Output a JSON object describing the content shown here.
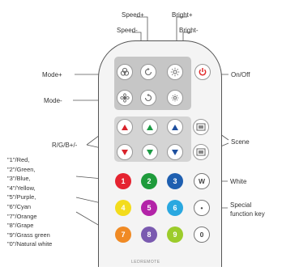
{
  "top_labels": {
    "speed_plus": "Speed+",
    "speed_minus": "Speed-",
    "bright_plus": "Bright+",
    "bright_minus": "Bright-"
  },
  "left_labels": {
    "mode_plus": "Mode+",
    "mode_minus": "Mode-",
    "rgb": "R/G/B+/-"
  },
  "right_labels": {
    "on_off": "On/Off",
    "scene": "Scene",
    "white": "White",
    "special": [
      "Special",
      "function key"
    ]
  },
  "color_legend": [
    "\"1\"/Red,",
    "\"2\"/Green,",
    "\"3\"/Blue,",
    "\"4\"/Yellow,",
    "\"5\"/Purple,",
    "\"6\"/Cyan",
    "\"7\"/Orange",
    "\"8\"/Grape",
    "\"9\"/Grass green",
    "\"0\"/Natural white"
  ],
  "buttons": {
    "white_key": "W",
    "special_key": "•",
    "zero_key": "0",
    "number_keys": [
      {
        "label": "1",
        "color": "#e52330"
      },
      {
        "label": "2",
        "color": "#1e9b3b"
      },
      {
        "label": "3",
        "color": "#1e5fb0"
      },
      {
        "label": "4",
        "color": "#f3dc1c"
      },
      {
        "label": "5",
        "color": "#b324a8"
      },
      {
        "label": "6",
        "color": "#2aa8e0"
      },
      {
        "label": "7",
        "color": "#f08a24"
      },
      {
        "label": "8",
        "color": "#7a5ab0"
      },
      {
        "label": "9",
        "color": "#9ccc2b"
      }
    ]
  },
  "colors": {
    "red": "#d8222a",
    "green": "#1b9a44",
    "blue": "#1e4f9e",
    "power": "#e02a2a"
  },
  "brand": "LEDREMOTE"
}
